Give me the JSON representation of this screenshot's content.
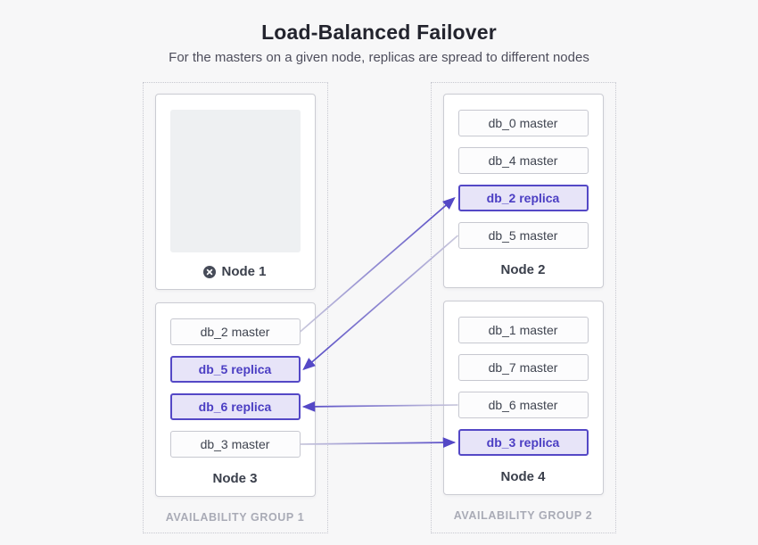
{
  "header": {
    "title": "Load-Balanced Failover",
    "subtitle": "For the masters on a given node, replicas are spread to different nodes"
  },
  "colors": {
    "accent": "#5448c6",
    "replica_text": "#4b3ec3",
    "replica_bg": "#e7e4f8",
    "arrow_tail": "#c9c8dc",
    "failed_icon": "#474c59",
    "master_text": "#3f4450",
    "group_label": "#a9abb6"
  },
  "groups": [
    {
      "label": "AVAILABILITY GROUP 1",
      "nodes": [
        {
          "id": "node1",
          "label": "Node 1",
          "failed": true,
          "status_icon": "x-circle-icon",
          "databases": []
        },
        {
          "id": "node3",
          "label": "Node 3",
          "failed": false,
          "databases": [
            {
              "id": "node3-db_2-master",
              "label": "db_2 master",
              "role": "master"
            },
            {
              "id": "node3-db_5-replica",
              "label": "db_5 replica",
              "role": "replica"
            },
            {
              "id": "node3-db_6-replica",
              "label": "db_6 replica",
              "role": "replica"
            },
            {
              "id": "node3-db_3-master",
              "label": "db_3 master",
              "role": "master"
            }
          ]
        }
      ]
    },
    {
      "label": "AVAILABILITY GROUP 2",
      "nodes": [
        {
          "id": "node2",
          "label": "Node 2",
          "failed": false,
          "databases": [
            {
              "id": "node2-db_0-master",
              "label": "db_0 master",
              "role": "master"
            },
            {
              "id": "node2-db_4-master",
              "label": "db_4 master",
              "role": "master"
            },
            {
              "id": "node2-db_2-replica",
              "label": "db_2 replica",
              "role": "replica"
            },
            {
              "id": "node2-db_5-master",
              "label": "db_5 master",
              "role": "master"
            }
          ]
        },
        {
          "id": "node4",
          "label": "Node 4",
          "failed": false,
          "databases": [
            {
              "id": "node4-db_1-master",
              "label": "db_1 master",
              "role": "master"
            },
            {
              "id": "node4-db_7-master",
              "label": "db_7 master",
              "role": "master"
            },
            {
              "id": "node4-db_6-master",
              "label": "db_6 master",
              "role": "master"
            },
            {
              "id": "node4-db_3-replica",
              "label": "db_3 replica",
              "role": "replica"
            }
          ]
        }
      ]
    }
  ],
  "arrows": [
    {
      "from": "node3-db_2-master",
      "to": "node2-db_2-replica"
    },
    {
      "from": "node2-db_5-master",
      "to": "node3-db_5-replica"
    },
    {
      "from": "node4-db_6-master",
      "to": "node3-db_6-replica"
    },
    {
      "from": "node3-db_3-master",
      "to": "node4-db_3-replica"
    }
  ]
}
